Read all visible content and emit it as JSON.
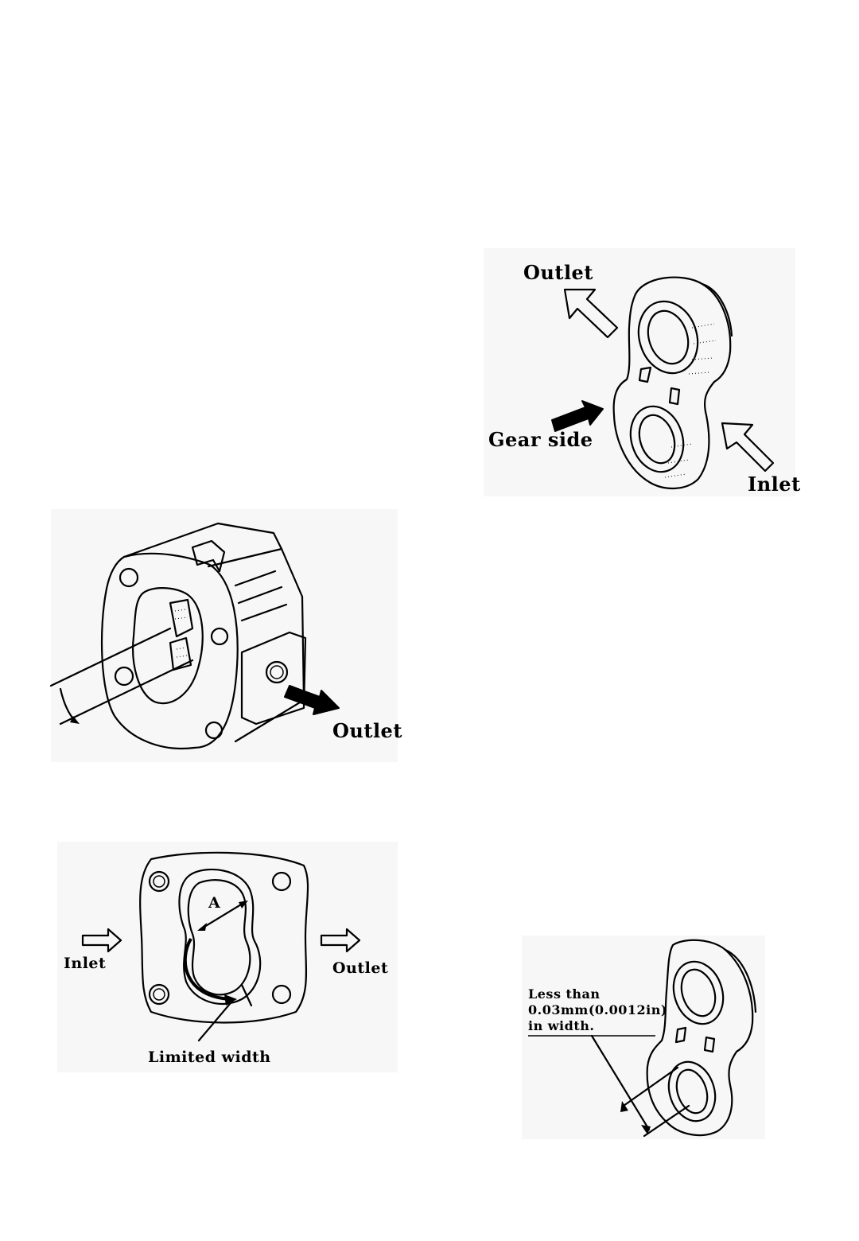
{
  "figure_gear_plate": {
    "outlet_label": "Outlet",
    "gear_side_label": "Gear side",
    "inlet_label": "Inlet"
  },
  "figure_pump_body": {
    "outlet_label": "Outlet"
  },
  "figure_cover": {
    "dimension_label": "A",
    "inlet_label": "Inlet",
    "outlet_label": "Outlet",
    "limited_width_label": "Limited width"
  },
  "figure_wear_limit": {
    "note_line1": "Less than",
    "note_line2": "0.03mm(0.0012in)",
    "note_line3": "in width."
  }
}
